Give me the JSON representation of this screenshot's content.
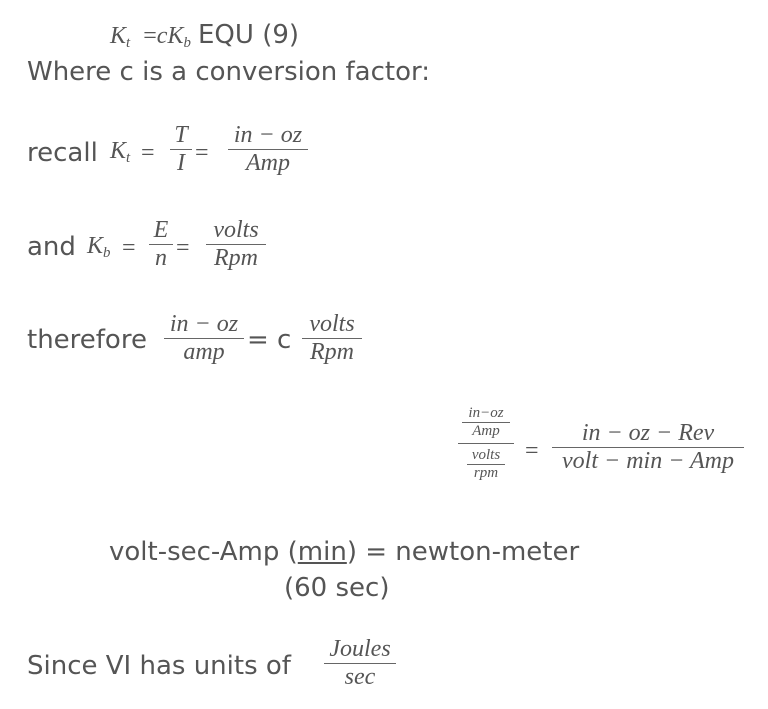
{
  "equ9": {
    "lhs_K": "K",
    "lhs_sub": "t",
    "eq": "=",
    "c": "c",
    "rhs_K": "K",
    "rhs_sub": "b",
    "label": "EQU (9)"
  },
  "where_line": "Where c is a conversion factor:",
  "recall": {
    "word": "recall",
    "K": "K",
    "sub": "t",
    "eq1": "=",
    "frac1_num": "T",
    "frac1_den": "I",
    "eq2": "=",
    "frac2_num": "in − oz",
    "frac2_den": "Amp"
  },
  "and": {
    "word": "and",
    "K": "K",
    "sub": "b",
    "eq1": "=",
    "frac1_num": "E",
    "frac1_den": "n",
    "eq2": "=",
    "frac2_num": "volts",
    "frac2_den": "Rpm"
  },
  "therefore": {
    "word": "therefore",
    "frac1_num": "in − oz",
    "frac1_den": "amp",
    "eq": "= c",
    "frac2_num": "volts",
    "frac2_den": "Rpm"
  },
  "complex": {
    "inner_top_num": "in−oz",
    "inner_top_den": "Amp",
    "inner_bot_num": "volts",
    "inner_bot_den": "rpm",
    "eq": "=",
    "rhs_num": "in − oz − Rev",
    "rhs_den": "volt − min − Amp"
  },
  "units": {
    "prefix": "volt-sec-Amp (",
    "min": "min",
    "suffix": ") = newton-meter",
    "second_line": "(60 sec)"
  },
  "since": {
    "text": "Since VI has units of",
    "frac_num": "Joules",
    "frac_den": "sec"
  }
}
